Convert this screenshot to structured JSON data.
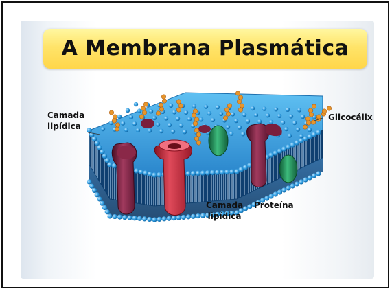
{
  "slide": {
    "title": "A Membrana Plasmática"
  },
  "labels": {
    "lipid_layer_left": {
      "line1": "Camada",
      "line2": "lipídica"
    },
    "lipid_layer_bottom": {
      "line1": "Camada",
      "line2": "lipídica"
    },
    "protein": "Proteína",
    "glycocalyx": "Glicocálix"
  },
  "colors": {
    "title_background": "#ffe46a",
    "phospholipid_head": "#2f9ce0",
    "membrane_top": "#3aa6e8",
    "protein_red": "#c8283a",
    "protein_maroon": "#7a1e3c",
    "protein_green": "#1f8a55",
    "glycocalyx_chain": "#e8962a"
  }
}
